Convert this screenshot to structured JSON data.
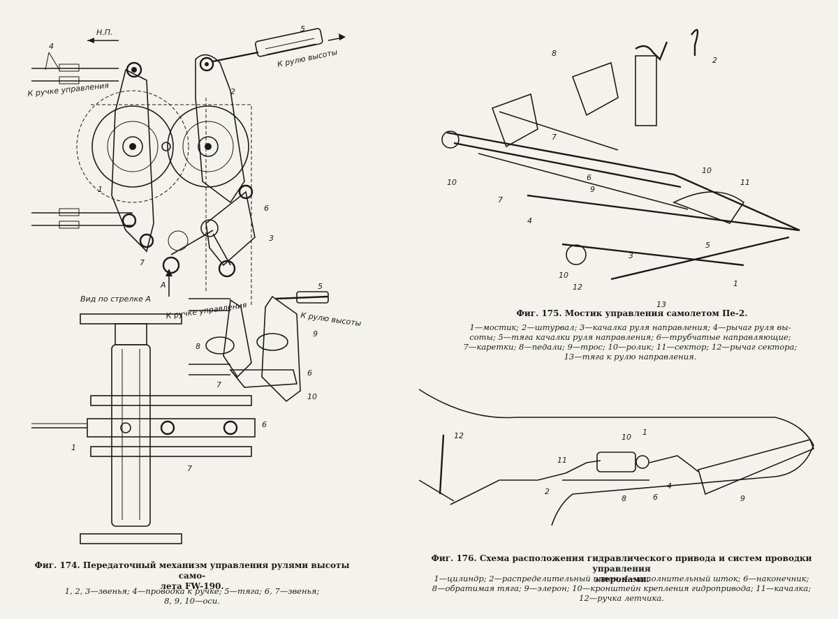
{
  "fig174": {
    "caption_title": "Фиг. 174. Передаточный механизм управления рулями высоты само-\nлета FW-190.",
    "caption_desc": "1, 2, 3—звенья; 4—проводка к ручке; 5—тяга; 6, 7—звенья;\n8, 9, 10—оси.",
    "labels": {
      "np": "Н.П.",
      "to_stick_top": "К ручке управления",
      "to_elevator_top": "К рулю высоты",
      "view_a": "Вид по стрелке А",
      "arrow_a": "А",
      "to_stick_mid": "К ручке управления",
      "to_elevator_mid": "К рулю высоты"
    },
    "numbers": [
      "4",
      "5",
      "2",
      "1",
      "6",
      "3",
      "7",
      "5",
      "9",
      "8",
      "6",
      "7",
      "10",
      "6",
      "1",
      "7"
    ]
  },
  "fig175": {
    "caption_title": "Фиг. 175. Мостик управления самолетом Пе-2.",
    "caption_desc": "1—мостик; 2—штурвал; 3—качалка руля направления; 4—рычаг руля вы-\nсоты; 5—тяга качалки руля направления; 6—трубчатые направляющие;\n7—каретки; 8—педали; 9—трос; 10—ролик; 11—сектор; 12—рычаг сектора;\n13—тяга к рулю направления.",
    "numbers": [
      "8",
      "2",
      "7",
      "10",
      "6",
      "9",
      "7",
      "4",
      "10",
      "11",
      "5",
      "3",
      "10",
      "12",
      "1",
      "13"
    ]
  },
  "fig176": {
    "caption_title": "Фиг. 176. Схема расположения гидравлического привода и систем проводки управления\nэлеронами.",
    "caption_desc": "1—цилиндр; 2—распределительный шток; 4—исполнительный шток; 6—наконечник;\n8—обратимая тяга; 9—элерон; 10—кронштейн крепления гидропривода; 11—качалка;\n12—ручка летчика.",
    "numbers": [
      "12",
      "11",
      "10",
      "1",
      "2",
      "8",
      "6",
      "4",
      "9"
    ]
  },
  "colors": {
    "paper": "#f4f2ec",
    "ink": "#1a1a1a",
    "shade": "#6e6e6e"
  }
}
